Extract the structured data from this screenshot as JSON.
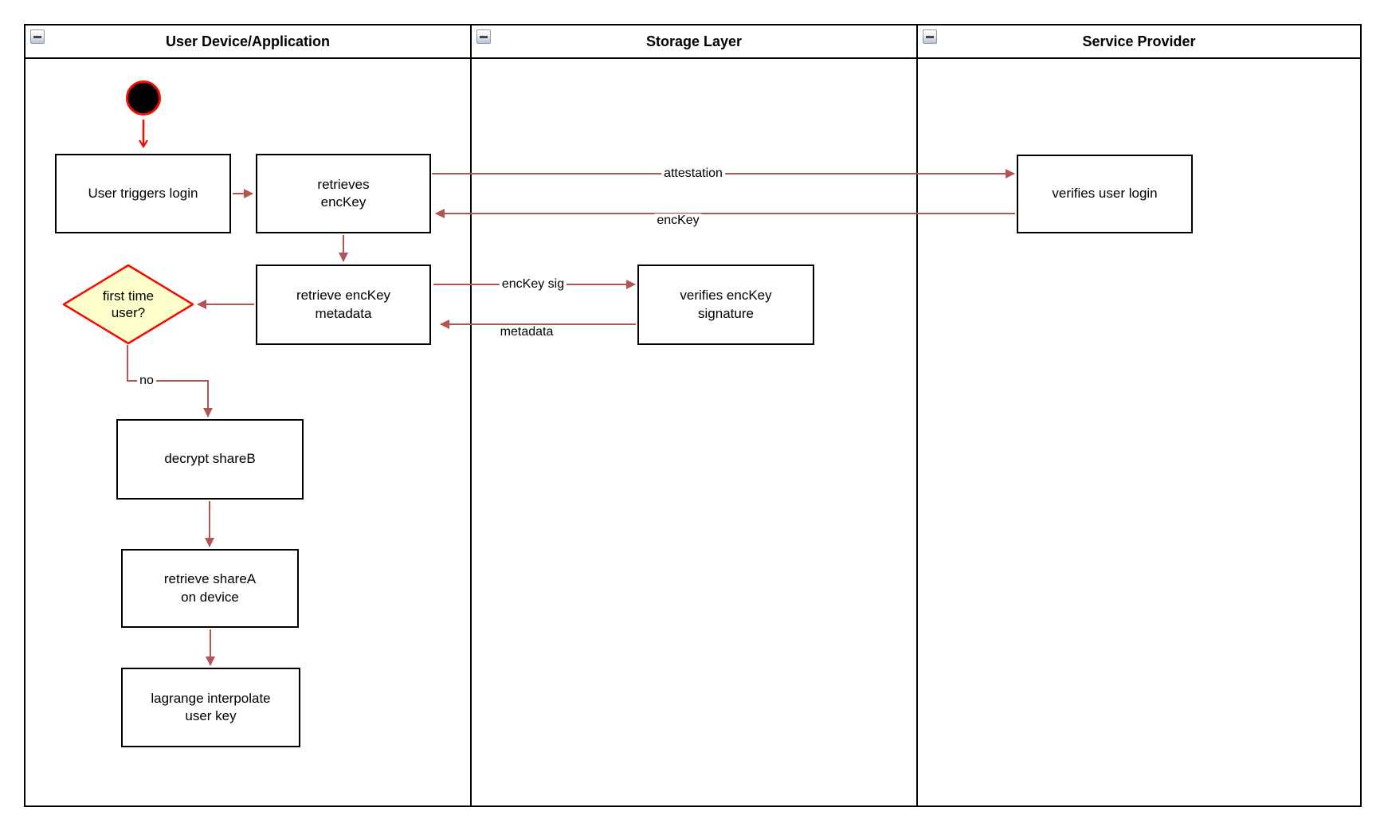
{
  "diagram": {
    "type": "swimlane-activity-diagram",
    "lanes": [
      {
        "title": "User Device/Application",
        "collapse_icon": "minus"
      },
      {
        "title": "Storage Layer",
        "collapse_icon": "minus"
      },
      {
        "title": "Service Provider",
        "collapse_icon": "minus"
      }
    ],
    "nodes": {
      "start": "",
      "user_triggers_login": "User triggers login",
      "retrieves_enckey": "retrieves\nencKey",
      "retrieve_enckey_metadata": "retrieve encKey\nmetadata",
      "first_time_user": "first time\nuser?",
      "decrypt_shareb": "decrypt shareB",
      "retrieve_sharea": "retrieve shareA\non device",
      "lagrange_interpolate": "lagrange interpolate\nuser key",
      "verifies_enckey_signature": "verifies encKey\nsignature",
      "verifies_user_login": "verifies user login"
    },
    "edge_labels": {
      "attestation": "attestation",
      "enckey": "encKey",
      "enckey_sig": "encKey sig",
      "metadata": "metadata",
      "no": "no"
    },
    "colors": {
      "arrow": "#b05551",
      "accent_red": "#f20d00",
      "decision_fill": "#ffffcc",
      "node_border": "#000000",
      "background": "#ffffff"
    }
  }
}
